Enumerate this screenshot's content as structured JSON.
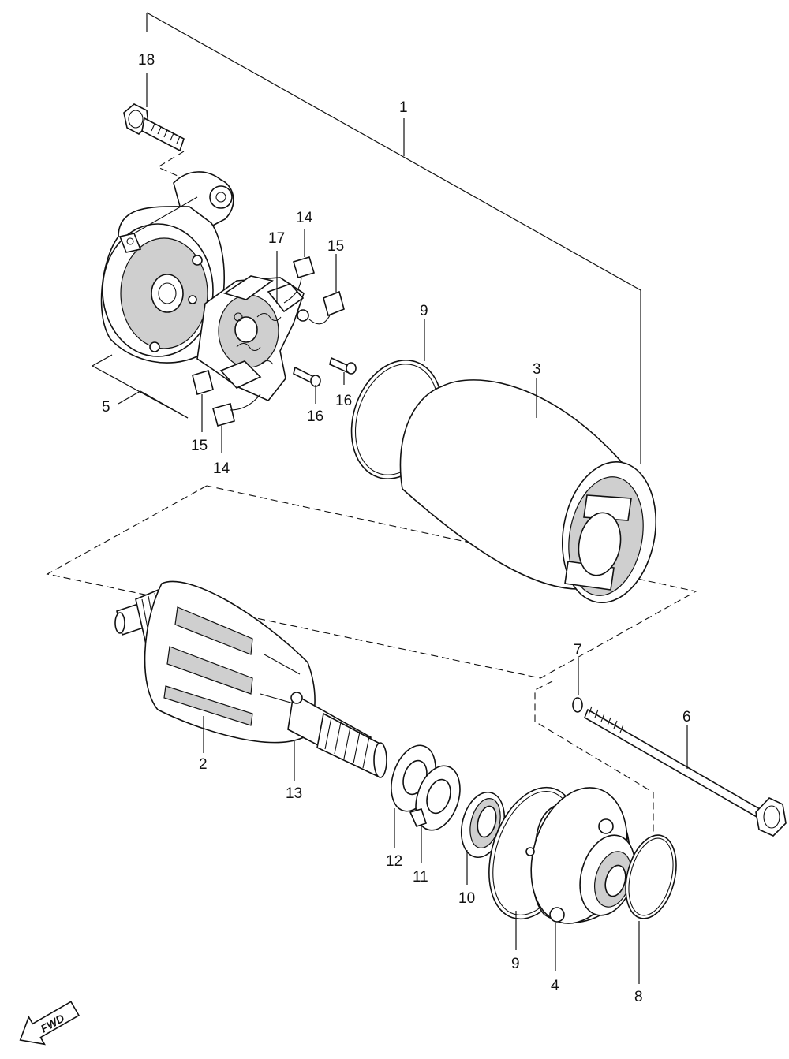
{
  "callouts": {
    "c1": "1",
    "c2": "2",
    "c3": "3",
    "c4": "4",
    "c5": "5",
    "c6": "6",
    "c7": "7",
    "c8": "8",
    "c9a": "9",
    "c9b": "9",
    "c10": "10",
    "c11": "11",
    "c12": "12",
    "c13": "13",
    "c14a": "14",
    "c14b": "14",
    "c15a": "15",
    "c15b": "15",
    "c16a": "16",
    "c16b": "16",
    "c17": "17",
    "c18": "18"
  },
  "direction_badge": {
    "text": "FWD",
    "fill": "#ffffff",
    "stroke": "#111111"
  }
}
